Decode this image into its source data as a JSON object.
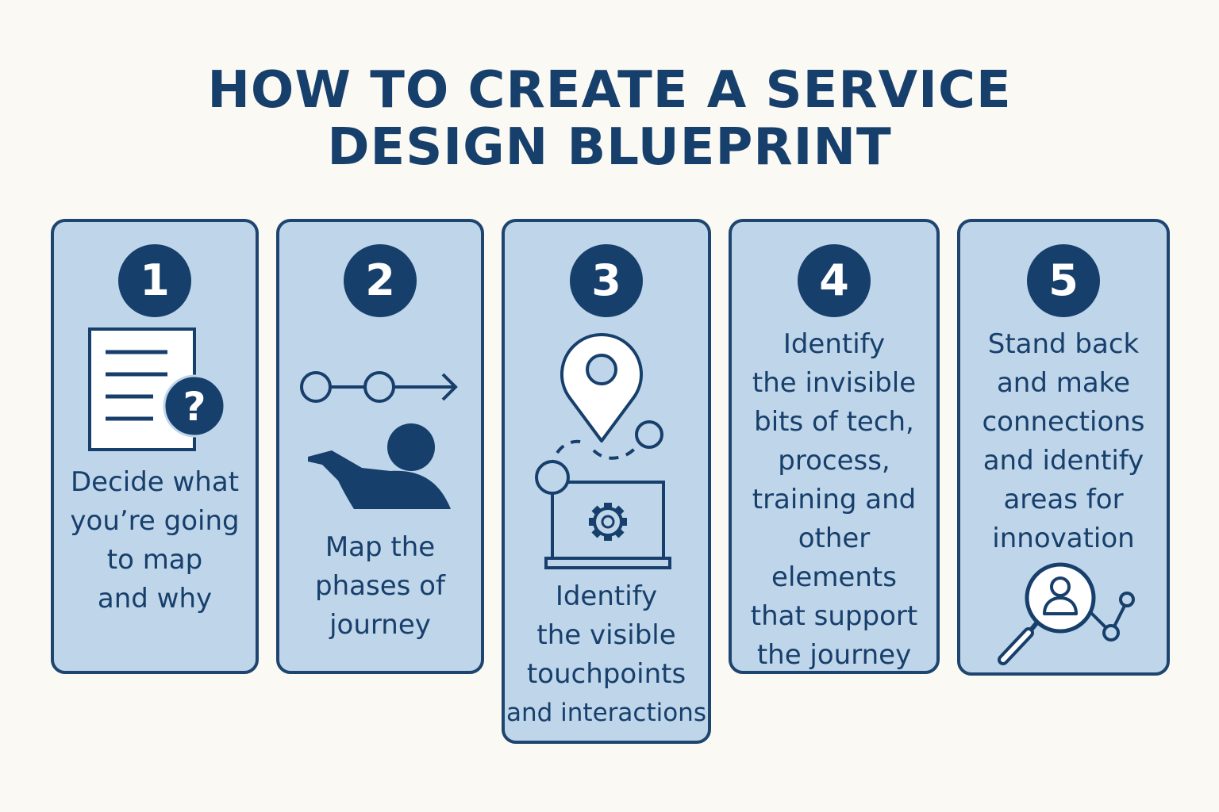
{
  "title": {
    "line1": "HOW TO CREATE A SERVICE",
    "line2": "DESIGN BLUEPRINT"
  },
  "steps": [
    {
      "number": "1",
      "icon": "document-question-icon",
      "lines": [
        "Decide what",
        "you’re going",
        "to map",
        "and why"
      ]
    },
    {
      "number": "2",
      "icon": "journey-map-person-icon",
      "lines": [
        "Map the",
        "phases of",
        "journey"
      ]
    },
    {
      "number": "3",
      "icon": "location-pin-laptop-icon",
      "lines": [
        "Identify",
        "the visible",
        "touchpoints",
        "and interactions"
      ]
    },
    {
      "number": "4",
      "icon": "",
      "lines": [
        "Identify",
        "the invisible",
        "bits of tech,",
        "process,",
        "training and",
        "other",
        "elements",
        "that support",
        "the journey"
      ]
    },
    {
      "number": "5",
      "icon": "magnifier-person-icon",
      "lines": [
        "Stand back",
        "and make",
        "connections",
        "and identify",
        "areas for",
        "innovation"
      ]
    }
  ],
  "colors": {
    "background": "#fbf9f3",
    "card": "#bfd5ea",
    "navy": "#173f6b",
    "border": "#1e4570"
  }
}
